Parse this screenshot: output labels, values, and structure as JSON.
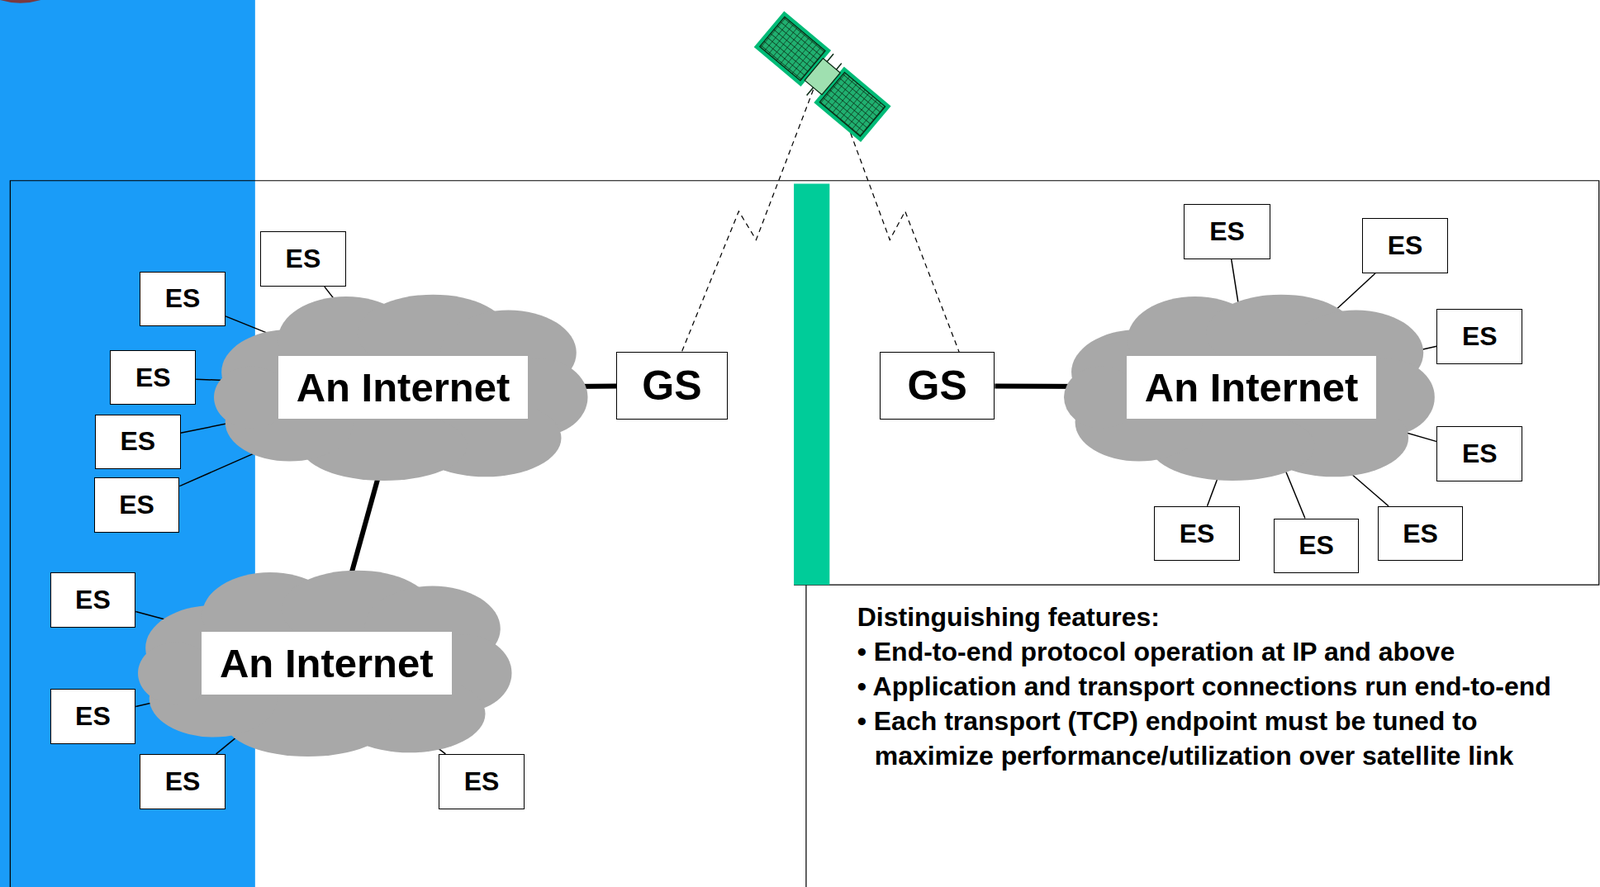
{
  "diagram": {
    "nodes": [
      {
        "text": [
          "An Internet"
        ]
      },
      {
        "text": [
          "ES"
        ]
      },
      {
        "text": [
          "ES"
        ]
      },
      {
        "text": [
          "ES"
        ]
      },
      {
        "text": [
          "ES"
        ]
      },
      {
        "text": [
          "ES"
        ]
      },
      {
        "text": [
          "GS"
        ]
      },
      {
        "text": [
          "GS"
        ]
      },
      {
        "text": [
          "An Internet"
        ]
      },
      {
        "text": [
          "ES"
        ]
      },
      {
        "text": [
          "ES"
        ]
      },
      {
        "text": [
          "ES"
        ]
      },
      {
        "text": [
          "ES"
        ]
      },
      {
        "text": [
          "ES"
        ]
      },
      {
        "text": [
          "ES"
        ]
      },
      {
        "text": [
          "ES"
        ]
      },
      {
        "text": [
          "An Internet"
        ]
      },
      {
        "text": [
          "ES"
        ]
      },
      {
        "text": [
          "ES"
        ]
      },
      {
        "text": [
          "ES"
        ]
      },
      {
        "text": [
          "ES"
        ]
      }
    ],
    "edges": [
      {
        "from": 1,
        "to": 0,
        "arrow": "none"
      },
      {
        "from": 2,
        "to": 0,
        "arrow": "none"
      },
      {
        "from": 3,
        "to": 0,
        "arrow": "none"
      },
      {
        "from": 4,
        "to": 0,
        "arrow": "none"
      },
      {
        "from": 5,
        "to": 0,
        "arrow": "none"
      },
      {
        "from": 6,
        "to": 0,
        "arrow": "none"
      },
      {
        "from": 7,
        "to": 8,
        "arrow": "none"
      },
      {
        "from": 9,
        "to": 8,
        "arrow": "none"
      },
      {
        "from": 10,
        "to": 8,
        "arrow": "none"
      },
      {
        "from": 11,
        "to": 8,
        "arrow": "none"
      },
      {
        "from": 12,
        "to": 8,
        "arrow": "none"
      },
      {
        "from": 13,
        "to": 8,
        "arrow": "none"
      },
      {
        "from": 14,
        "to": 8,
        "arrow": "none"
      },
      {
        "from": 15,
        "to": 8,
        "arrow": "none"
      },
      {
        "from": 0,
        "to": 16,
        "arrow": "none"
      },
      {
        "from": 17,
        "to": 16,
        "arrow": "none"
      },
      {
        "from": 18,
        "to": 16,
        "arrow": "none"
      },
      {
        "from": 19,
        "to": 16,
        "arrow": "none"
      },
      {
        "from": 20,
        "to": 16,
        "arrow": "none"
      }
    ],
    "labels": [
      "Distinguishing features:",
      "• End-to-end protocol operation at IP and above",
      "• Application and transport connections run end-to-end",
      "• Each transport (TCP) endpoint must be tuned to maximize performance/utilization over satellite link"
    ]
  }
}
